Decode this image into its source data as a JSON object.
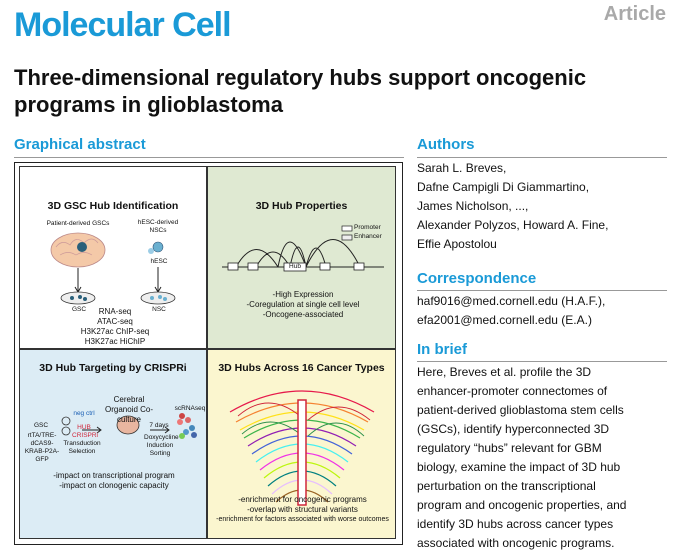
{
  "header": {
    "journal": "Molecular Cell",
    "type": "Article",
    "title": "Three-dimensional regulatory hubs support oncogenic programs in glioblastoma"
  },
  "graphical_abstract": {
    "heading": "Graphical abstract",
    "panel1": {
      "title": "3D GSC Hub Identification",
      "patient_label": "Patient-derived GSCs",
      "hesc_label": "hESC-derived NSCs",
      "hesc_small": "hESC",
      "gsc_label": "GSC",
      "nsc_label": "NSC",
      "assays": [
        "RNA-seq",
        "ATAC-seq",
        "H3K27ac ChIP-seq",
        "H3K27ac HiChIP"
      ]
    },
    "panel2": {
      "title": "3D Hub Properties",
      "legend_promoter": "Promoter",
      "legend_enhancer": "Enhancer",
      "hub_label": "Hub",
      "points": [
        "-High Expression",
        "-Coregulation at single cell level",
        "-Oncogene-associated"
      ]
    },
    "panel3": {
      "title": "3D Hub Targeting by CRISPRi",
      "gsc": "GSC",
      "construct": "rtTA/TRE-dCAS9-KRAB-P2A-GFP",
      "neg_ctrl": "neg ctrl",
      "hub_crispri": "HUB CRISPRi",
      "transduction": "Transduction Selection",
      "organoid": "Cerebral Organoid Co-culture",
      "days": "7 days",
      "dox": "Doxycycline Induction Sorting",
      "scrnaseq": "scRNAseq",
      "impacts": [
        "-impact on transcriptional program",
        "-impact on clonogenic capacity"
      ]
    },
    "panel4": {
      "title": "3D Hubs Across 16 Cancer Types",
      "points": [
        "-enrichment for oncogenic programs",
        "-overlap with structural variants",
        "-enrichment for factors associated with worse outcomes"
      ]
    }
  },
  "authors": {
    "heading": "Authors",
    "lines": [
      "Sarah L. Breves,",
      "Dafne Campigli Di Giammartino,",
      "James Nicholson, ...,",
      "Alexander Polyzos, Howard A. Fine,",
      "Effie Apostolou"
    ]
  },
  "correspondence": {
    "heading": "Correspondence",
    "lines": [
      "haf9016@med.cornell.edu (H.A.F.),",
      "efa2001@med.cornell.edu (E.A.)"
    ]
  },
  "in_brief": {
    "heading": "In brief",
    "lines": [
      "Here, Breves et al. profile the 3D",
      "enhancer-promoter connectomes of",
      "patient-derived glioblastoma stem cells",
      "(GSCs), identify hyperconnected 3D",
      "regulatory “hubs” relevant for GBM",
      "biology, examine the impact of 3D hub",
      "perturbation on the transcriptional",
      "program and oncogenic properties, and",
      "identify 3D hubs across cancer types",
      "associated with oncogenic programs."
    ]
  },
  "colors": {
    "brand": "#1a9ad7",
    "article_gray": "#a9a9a9",
    "panel2_bg": "#dfe9d2",
    "panel3_bg": "#dcecf5",
    "panel4_bg": "#fbf6cf"
  }
}
